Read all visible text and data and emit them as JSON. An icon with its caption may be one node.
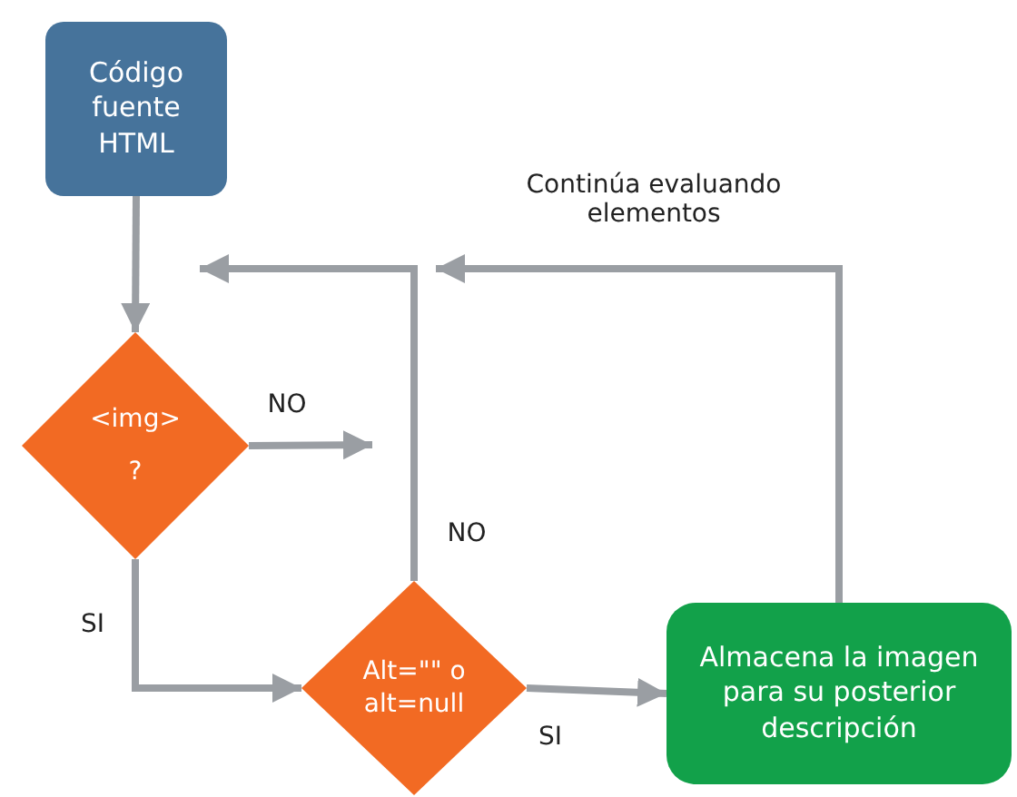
{
  "diagram": {
    "nodes": [
      {
        "text": [
          "Código fuente HTML"
        ]
      },
      {
        "text": [
          "<img>",
          "?"
        ]
      },
      {
        "text": [
          "Alt=\"\" o alt=null"
        ]
      },
      {
        "text": [
          "Almacena la imagen para su posterior descripción"
        ]
      }
    ],
    "edges": [
      {
        "from": 0,
        "to": 1,
        "arrow": "to"
      },
      {
        "from": 1,
        "to": null,
        "arrow": "to",
        "label": "NO"
      },
      {
        "from": 1,
        "to": 2,
        "arrow": "to",
        "label": "SI"
      },
      {
        "from": 2,
        "to": null,
        "arrow": "to",
        "label": "NO"
      },
      {
        "from": 2,
        "to": 3,
        "arrow": "to",
        "label": "SI"
      },
      {
        "from": 3,
        "to": null,
        "arrow": "to",
        "label": "Continúa evaluando elementos"
      }
    ]
  }
}
